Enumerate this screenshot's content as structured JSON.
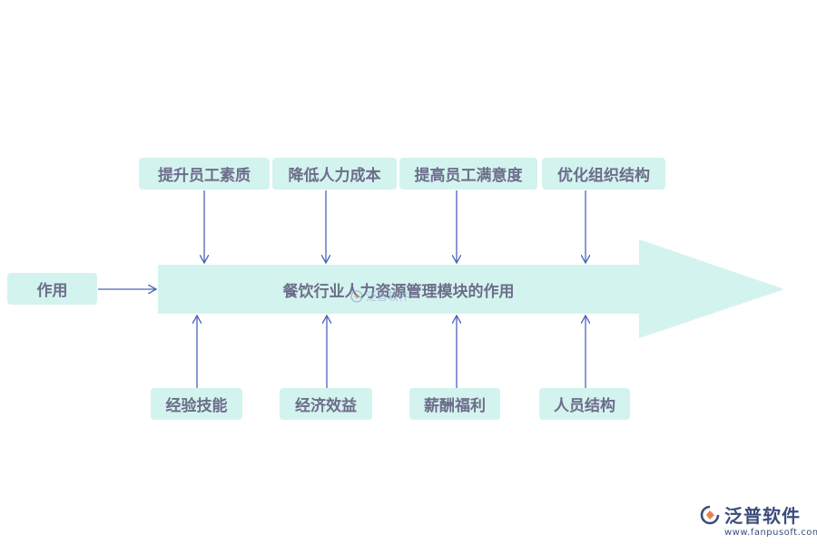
{
  "diagram": {
    "input_label": "作用",
    "center_label": "餐饮行业人力资源管理模块的作用",
    "top_items": [
      "提升员工素质",
      "降低人力成本",
      "提高员工满意度",
      "优化组织结构"
    ],
    "bottom_items": [
      "经验技能",
      "经济效益",
      "薪酬福利",
      "人员结构"
    ]
  },
  "colors": {
    "box_fill": "#d3f3ef",
    "arrow_fill": "#d3f3ef",
    "connector": "#4a64b8",
    "text": "#6d6d8a",
    "brand": "#3a4d7a"
  },
  "watermark": {
    "text": "泛普软件"
  },
  "brand": {
    "name": "泛普软件",
    "url": "www.fanpusoft.com"
  }
}
